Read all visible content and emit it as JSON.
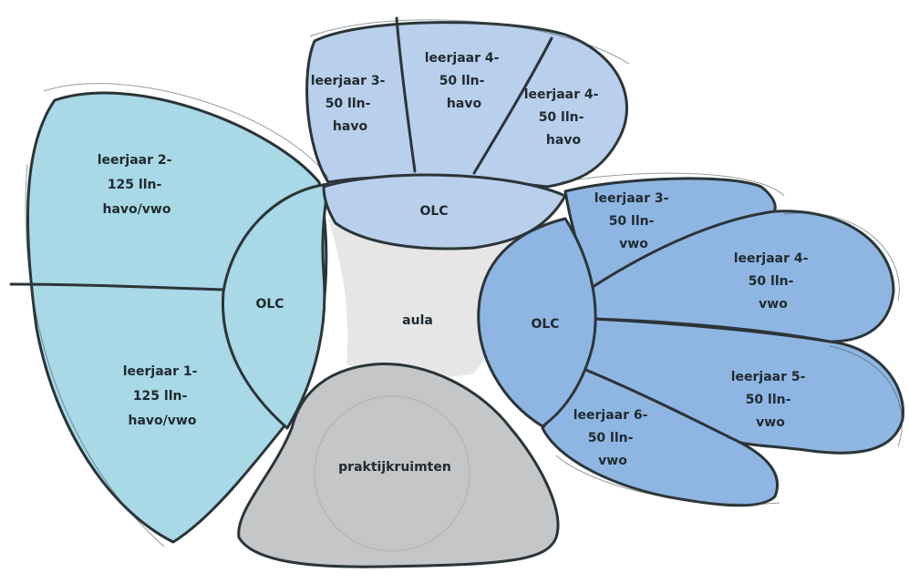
{
  "colors": {
    "light_teal": "#a9d8e6",
    "light_blue": "#b8d0ec",
    "mid_blue": "#8fb6e3",
    "aula_grey": "#e6e6e6",
    "praktijk_grey": "#c4c6c8",
    "stroke": "#2b3438"
  },
  "left_wing": {
    "top_label": [
      "leerjaar 2-",
      "125 lln-",
      "havo/vwo"
    ],
    "bottom_label": [
      "leerjaar 1-",
      "125 lln-",
      "havo/vwo"
    ],
    "olc_label": "OLC"
  },
  "top_wing": {
    "rooms": [
      [
        "leerjaar 3-",
        "50 lln-",
        "havo"
      ],
      [
        "leerjaar 4-",
        "50 lln-",
        "havo"
      ],
      [
        "leerjaar 4-",
        "50 lln-",
        "havo"
      ]
    ],
    "olc_label": "OLC"
  },
  "right_wing": {
    "rooms": [
      [
        "leerjaar 3-",
        "50 lln-",
        "vwo"
      ],
      [
        "leerjaar 4-",
        "50 lln-",
        "vwo"
      ],
      [
        "leerjaar 5-",
        "50 lln-",
        "vwo"
      ],
      [
        "leerjaar 6-",
        "50 lln-",
        "vwo"
      ]
    ],
    "olc_label": "OLC"
  },
  "center": {
    "aula_label": "aula",
    "praktijk_label": "praktijkruimten"
  }
}
